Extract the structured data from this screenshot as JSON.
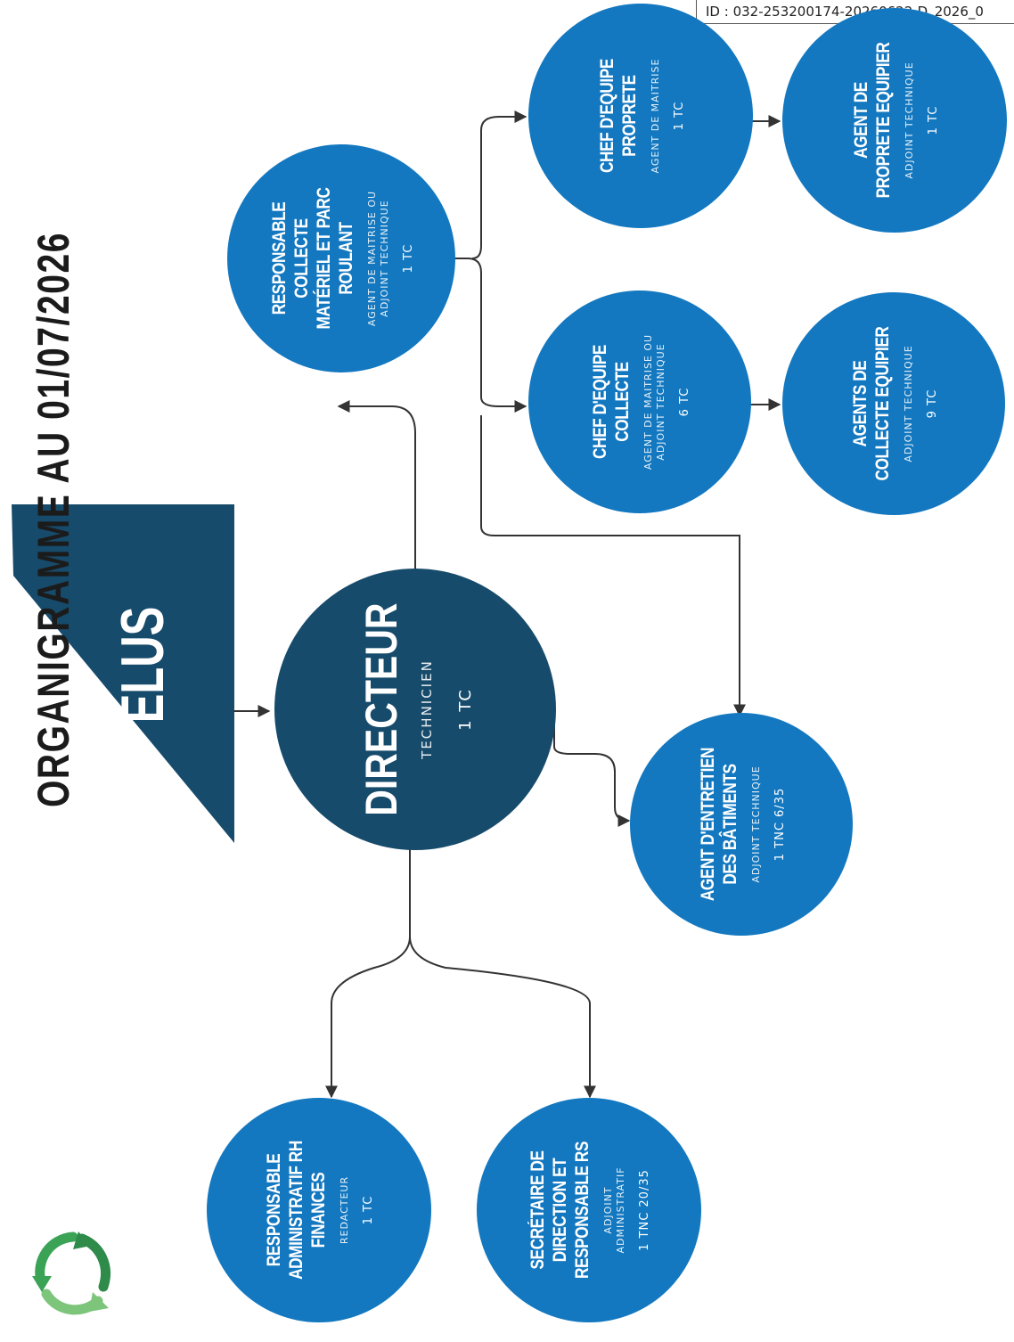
{
  "stamp": "ID : 032-253200174-20260622-D_2026_0",
  "title": "ORGANIGRAMME AU 01/07/2026",
  "elus": "ÉLUS",
  "nodes": {
    "directeur": {
      "title": "DIRECTEUR",
      "grade": "TECHNICIEN",
      "qty": "1 TC"
    },
    "resp_collecte": {
      "title": "RESPONSABLE COLLECTE MATÉRIEL ET PARC ROULANT",
      "grade": "AGENT DE MAITRISE OU\nADJOINT TECHNIQUE",
      "qty": "1 TC"
    },
    "chef_collecte": {
      "title": "CHEF D'EQUIPE COLLECTE",
      "grade": "AGENT DE MAITRISE OU\nADJOINT TECHNIQUE",
      "qty": "6 TC"
    },
    "chef_proprete": {
      "title": "CHEF D'EQUIPE PROPRETE",
      "grade": "AGENT DE MAITRISE",
      "qty": "1 TC"
    },
    "agents_collecte": {
      "title": "AGENTS DE COLLECTE EQUIPIER",
      "grade": "ADJOINT TECHNIQUE",
      "qty": "9 TC"
    },
    "agent_proprete": {
      "title": "AGENT DE PROPRETE EQUIPIER",
      "grade": "ADJOINT TECHNIQUE",
      "qty": "1 TC"
    },
    "agent_batiments": {
      "title": "AGENT D'ENTRETIEN DES BÂTIMENTS",
      "grade": "ADJOINT TECHNIQUE",
      "qty": "1 TNC 6/35"
    },
    "resp_admin": {
      "title": "RESPONSABLE ADMINISTRATIF RH FINANCES",
      "grade": "REDACTEUR",
      "qty": "1 TC"
    },
    "secretaire": {
      "title": "SECRÉTAIRE DE DIRECTION ET RESPONSABLE RS",
      "grade": "ADJOINT\nADMINISTRATIF",
      "qty": "1 TNC 20/35"
    }
  },
  "colors": {
    "node": "#1378c0",
    "director": "#174b6b",
    "elus": "#174b6b",
    "connector": "#333333",
    "logo": "#3aa356"
  },
  "icons": {
    "logo": "recycle-logo-icon"
  }
}
